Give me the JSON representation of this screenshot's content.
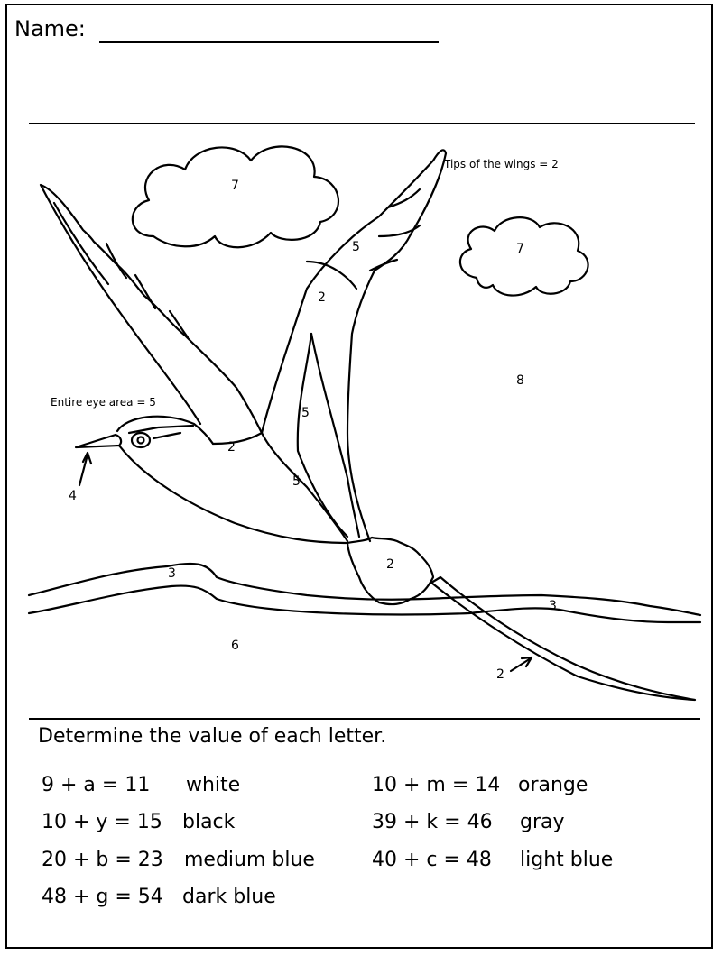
{
  "header": {
    "name_label": "Name:"
  },
  "picture": {
    "labels": {
      "cloud_left": "7",
      "cloud_right": "7",
      "sky": "8",
      "wing_tip_note": "Tips of the wings = 2",
      "upper_wing": "5",
      "wing_base": "2",
      "wing_inner": "5",
      "wing_lower": "5",
      "body": "2",
      "eye_note": "Entire eye area = 5",
      "beak": "4",
      "tail_feathers": "2",
      "water_left": "3",
      "water_right": "3",
      "sea": "6",
      "tail_streamer": "2"
    }
  },
  "instructions": "Determine the value of each letter.",
  "color_key": [
    {
      "equation": "9 + a = 11",
      "color": "white"
    },
    {
      "equation": "10 + y = 15",
      "color": "black"
    },
    {
      "equation": "20 + b = 23",
      "color": "medium blue"
    },
    {
      "equation": "48 + g = 54",
      "color": "dark blue"
    },
    {
      "equation": "10 + m = 14",
      "color": "orange"
    },
    {
      "equation": "39 + k = 46",
      "color": "gray"
    },
    {
      "equation": "40 + c = 48",
      "color": "light blue"
    }
  ]
}
